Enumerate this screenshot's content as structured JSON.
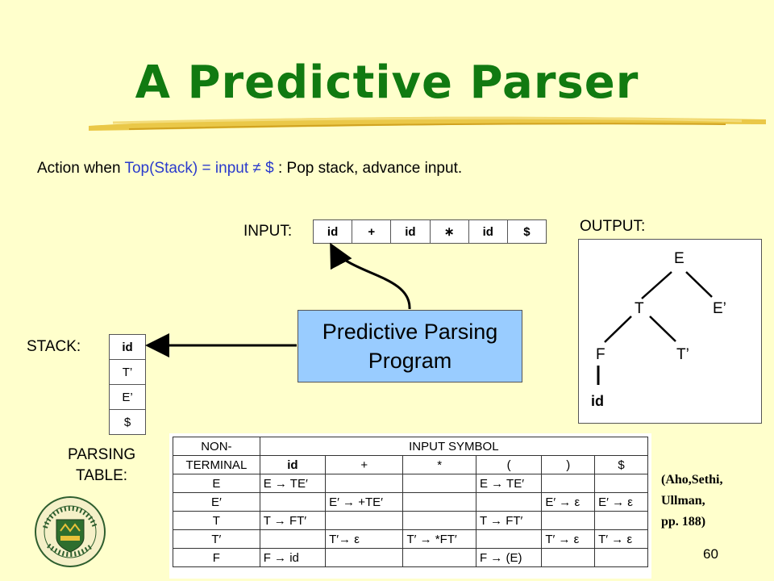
{
  "title": "A Predictive Parser",
  "action": {
    "prefix": "Action when ",
    "condition": "Top(Stack) = input ",
    "neq": "≠",
    "dollar": " $",
    "suffix": " : Pop stack, advance input."
  },
  "input": {
    "label": "INPUT:",
    "tape": [
      "id",
      "+",
      "id",
      "∗",
      "id",
      "$"
    ]
  },
  "stack": {
    "label": "STACK:",
    "cells": [
      "id",
      "T’",
      "E’",
      "$"
    ]
  },
  "program": {
    "line1": "Predictive Parsing",
    "line2": "Program"
  },
  "output": {
    "label": "OUTPUT:",
    "tree": {
      "E": "E",
      "T": "T",
      "E_prime": "E’",
      "F": "F",
      "T_prime": "T’",
      "id": "id"
    }
  },
  "parsing_table": {
    "label_line1": "PARSING",
    "label_line2": "TABLE:",
    "header_nonterminal_1": "NON-",
    "header_nonterminal_2": "TERMINAL",
    "header_input": "INPUT SYMBOL",
    "columns": [
      "id",
      "+",
      "*",
      "(",
      ")",
      "$"
    ],
    "rows": [
      {
        "nt": "E",
        "cells": [
          "E → TE′",
          "",
          "",
          "E → TE′",
          "",
          ""
        ]
      },
      {
        "nt": "E′",
        "cells": [
          "",
          "E′ → +TE′",
          "",
          "",
          "E′ → ε",
          "E′ → ε"
        ]
      },
      {
        "nt": "T",
        "cells": [
          "T → FT′",
          "",
          "",
          "T → FT′",
          "",
          ""
        ]
      },
      {
        "nt": "T′",
        "cells": [
          "",
          "T′→ ε",
          "T′ → *FT′",
          "",
          "T′ → ε",
          "T′ → ε"
        ]
      },
      {
        "nt": "F",
        "cells": [
          "F → id",
          "",
          "",
          "F → (E)",
          "",
          ""
        ]
      }
    ]
  },
  "reference": {
    "line1": "(Aho,Sethi,",
    "line2": "Ullman,",
    "line3": "pp. 188)"
  },
  "page_number": "60",
  "colors": {
    "background": "#ffffcc",
    "title": "#117a11",
    "highlight_text": "#2a3acc",
    "program_box": "#99ccff",
    "brush": "#e8c23a"
  }
}
